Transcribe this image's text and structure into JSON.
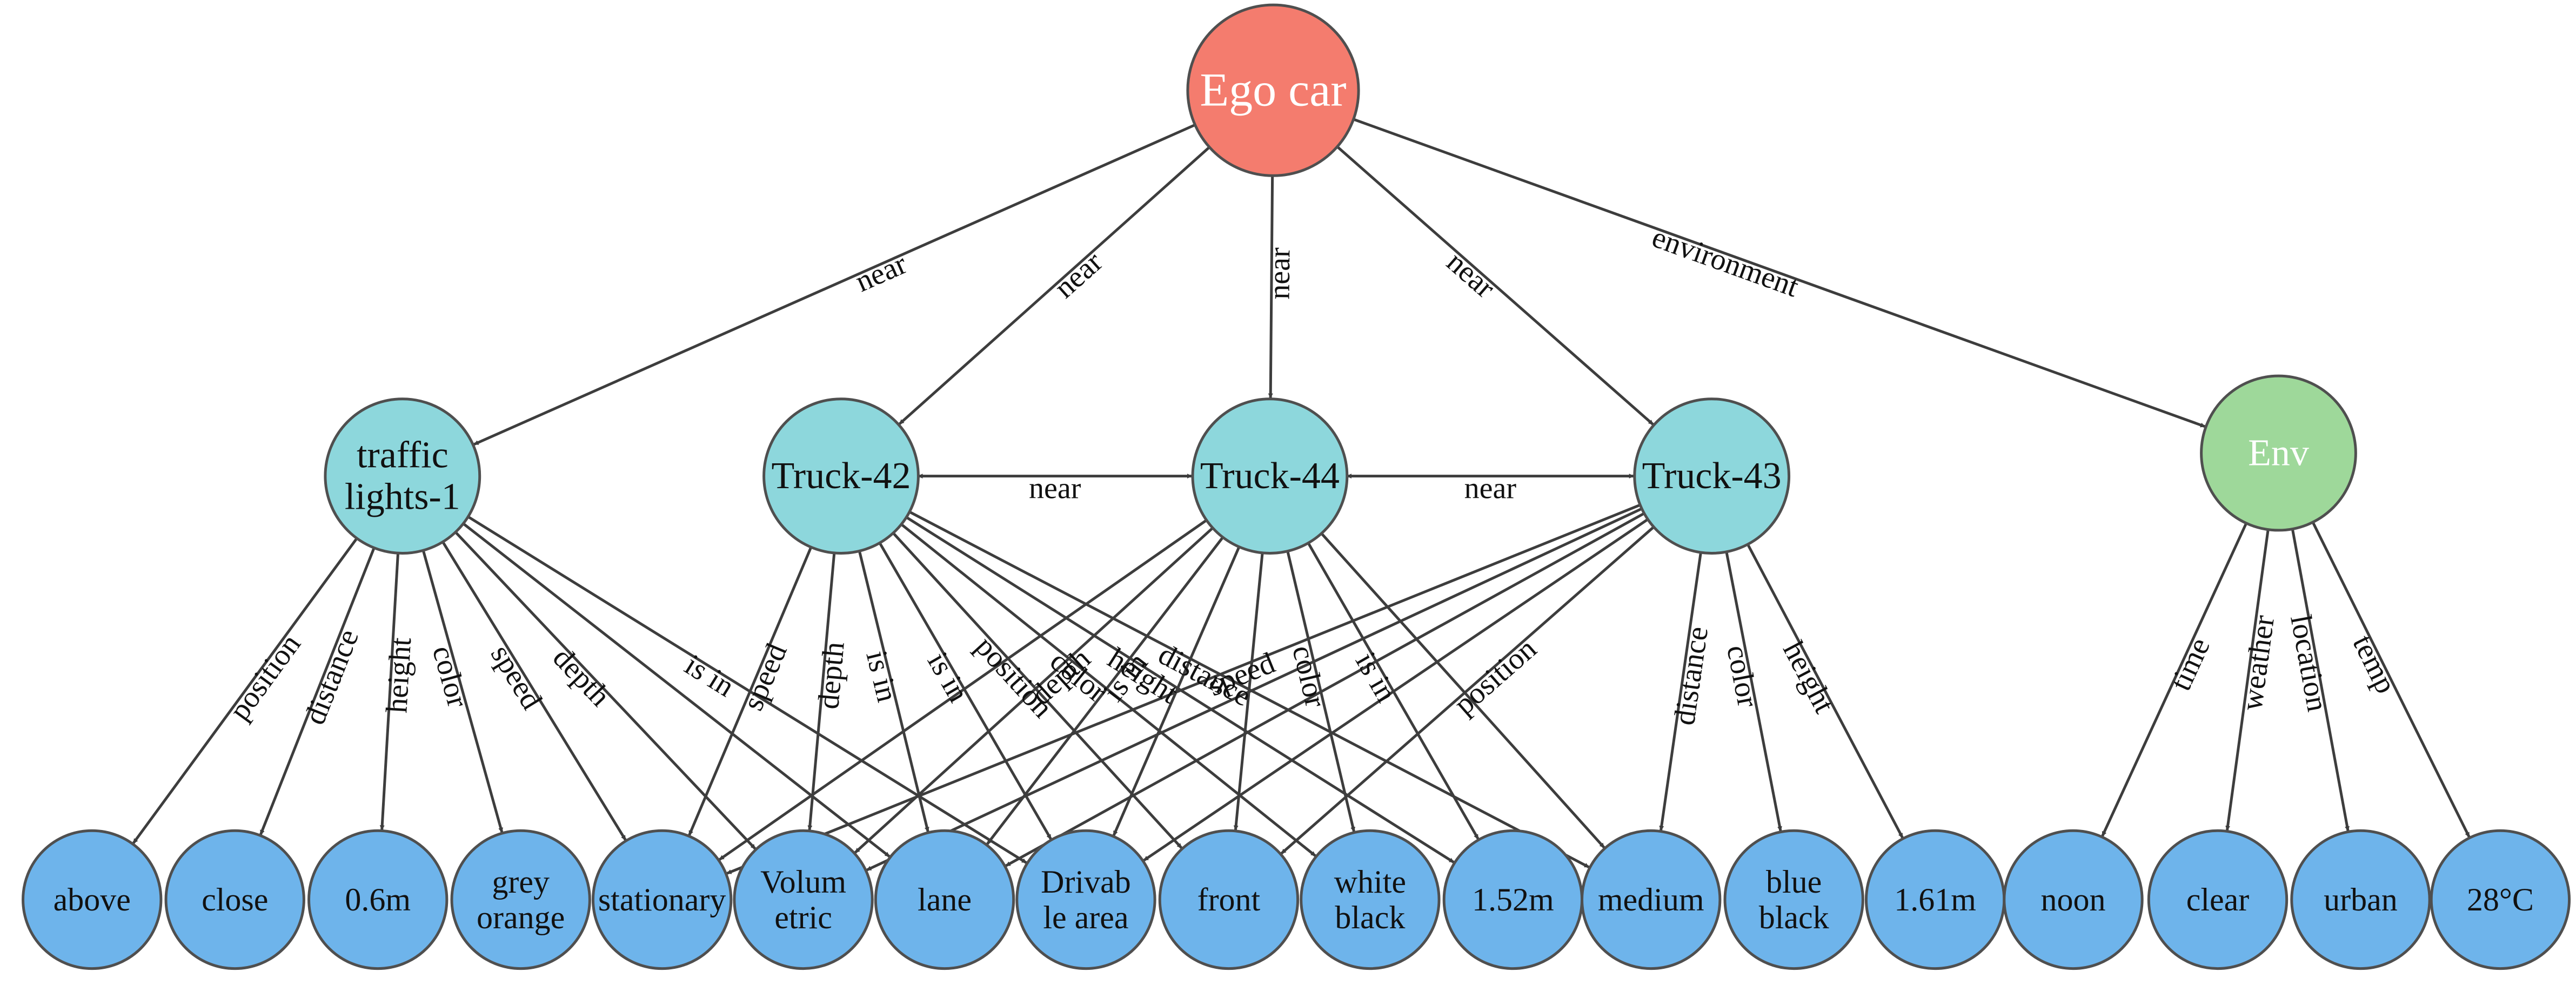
{
  "colors": {
    "ego": "#F47C6E",
    "object": "#8DD7DC",
    "env": "#9ED89A",
    "leaf": "#6EB4EB",
    "outline": "#4F4F4F",
    "edge": "#3D3D3D"
  },
  "nodes": [
    {
      "id": "ego",
      "lines": [
        "Ego car"
      ],
      "kind": "ego"
    },
    {
      "id": "tl1",
      "lines": [
        "traffic",
        "lights-1"
      ],
      "kind": "object"
    },
    {
      "id": "t42",
      "lines": [
        "Truck-42"
      ],
      "kind": "object"
    },
    {
      "id": "t44",
      "lines": [
        "Truck-44"
      ],
      "kind": "object"
    },
    {
      "id": "t43",
      "lines": [
        "Truck-43"
      ],
      "kind": "object"
    },
    {
      "id": "env",
      "lines": [
        "Env"
      ],
      "kind": "env"
    },
    {
      "id": "above",
      "lines": [
        "above"
      ],
      "kind": "leaf"
    },
    {
      "id": "close",
      "lines": [
        "close"
      ],
      "kind": "leaf"
    },
    {
      "id": "h06",
      "lines": [
        "0.6m"
      ],
      "kind": "leaf"
    },
    {
      "id": "greyorange",
      "lines": [
        "grey",
        "orange"
      ],
      "kind": "leaf"
    },
    {
      "id": "stationary",
      "lines": [
        "stationary"
      ],
      "kind": "leaf"
    },
    {
      "id": "volumetric",
      "lines": [
        "Volum",
        "etric"
      ],
      "kind": "leaf"
    },
    {
      "id": "lane",
      "lines": [
        "lane"
      ],
      "kind": "leaf"
    },
    {
      "id": "drivable",
      "lines": [
        "Drivab",
        "le area"
      ],
      "kind": "leaf"
    },
    {
      "id": "front",
      "lines": [
        "front"
      ],
      "kind": "leaf"
    },
    {
      "id": "whiteblack",
      "lines": [
        "white",
        "black"
      ],
      "kind": "leaf"
    },
    {
      "id": "h152",
      "lines": [
        "1.52m"
      ],
      "kind": "leaf"
    },
    {
      "id": "medium",
      "lines": [
        "medium"
      ],
      "kind": "leaf"
    },
    {
      "id": "blueblack",
      "lines": [
        "blue",
        "black"
      ],
      "kind": "leaf"
    },
    {
      "id": "h161",
      "lines": [
        "1.61m"
      ],
      "kind": "leaf"
    },
    {
      "id": "noon",
      "lines": [
        "noon"
      ],
      "kind": "leaf"
    },
    {
      "id": "clear",
      "lines": [
        "clear"
      ],
      "kind": "leaf"
    },
    {
      "id": "urban",
      "lines": [
        "urban"
      ],
      "kind": "leaf"
    },
    {
      "id": "temp28",
      "lines": [
        "28°C"
      ],
      "kind": "leaf"
    }
  ],
  "edges": [
    {
      "from": "ego",
      "to": "tl1",
      "label": "near"
    },
    {
      "from": "ego",
      "to": "t42",
      "label": "near"
    },
    {
      "from": "ego",
      "to": "t44",
      "label": "near"
    },
    {
      "from": "ego",
      "to": "t43",
      "label": "near"
    },
    {
      "from": "ego",
      "to": "env",
      "label": "environment"
    },
    {
      "from": "t42",
      "to": "t44",
      "label": "near",
      "bidirectional": true
    },
    {
      "from": "t44",
      "to": "t43",
      "label": "near",
      "bidirectional": true
    },
    {
      "from": "tl1",
      "to": "above",
      "label": "position"
    },
    {
      "from": "tl1",
      "to": "close",
      "label": "distance"
    },
    {
      "from": "tl1",
      "to": "h06",
      "label": "height"
    },
    {
      "from": "tl1",
      "to": "greyorange",
      "label": "color"
    },
    {
      "from": "tl1",
      "to": "stationary",
      "label": "speed"
    },
    {
      "from": "tl1",
      "to": "volumetric",
      "label": "depth"
    },
    {
      "from": "tl1",
      "to": "lane",
      "label": ""
    },
    {
      "from": "tl1",
      "to": "drivable",
      "label": "is in"
    },
    {
      "from": "t42",
      "to": "stationary",
      "label": "speed"
    },
    {
      "from": "t42",
      "to": "volumetric",
      "label": "depth"
    },
    {
      "from": "t42",
      "to": "lane",
      "label": "is in"
    },
    {
      "from": "t42",
      "to": "drivable",
      "label": "is in"
    },
    {
      "from": "t42",
      "to": "front",
      "label": "position"
    },
    {
      "from": "t42",
      "to": "whiteblack",
      "label": "color"
    },
    {
      "from": "t42",
      "to": "h152",
      "label": "height"
    },
    {
      "from": "t42",
      "to": "medium",
      "label": "distance"
    },
    {
      "from": "t44",
      "to": "stationary",
      "label": ""
    },
    {
      "from": "t44",
      "to": "volumetric",
      "label": "depth"
    },
    {
      "from": "t44",
      "to": "lane",
      "label": "is in"
    },
    {
      "from": "t44",
      "to": "drivable",
      "label": ""
    },
    {
      "from": "t44",
      "to": "front",
      "label": ""
    },
    {
      "from": "t44",
      "to": "whiteblack",
      "label": "color"
    },
    {
      "from": "t44",
      "to": "h152",
      "label": "is in"
    },
    {
      "from": "t44",
      "to": "medium",
      "label": ""
    },
    {
      "from": "t43",
      "to": "stationary",
      "label": "speed"
    },
    {
      "from": "t43",
      "to": "volumetric",
      "label": ""
    },
    {
      "from": "t43",
      "to": "lane",
      "label": ""
    },
    {
      "from": "t43",
      "to": "drivable",
      "label": ""
    },
    {
      "from": "t43",
      "to": "front",
      "label": "position"
    },
    {
      "from": "t43",
      "to": "medium",
      "label": "distance"
    },
    {
      "from": "t43",
      "to": "blueblack",
      "label": "color"
    },
    {
      "from": "t43",
      "to": "h161",
      "label": "height"
    },
    {
      "from": "env",
      "to": "noon",
      "label": "time"
    },
    {
      "from": "env",
      "to": "clear",
      "label": "weather"
    },
    {
      "from": "env",
      "to": "urban",
      "label": "location"
    },
    {
      "from": "env",
      "to": "temp28",
      "label": "temp"
    }
  ]
}
